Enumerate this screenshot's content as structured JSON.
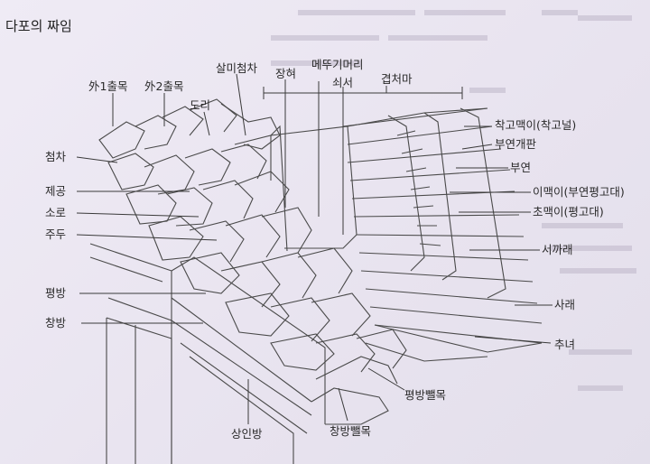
{
  "title": "다포의 짜임",
  "labels": {
    "oe1_chulmok": "外1출목",
    "oe2_chulmok": "外2출목",
    "dori": "도리",
    "salmi_cheomcha": "살미첨차",
    "janghyeo": "장혀",
    "medugi_meori": "메뚜기머리",
    "soeseo": "쇠서",
    "gyeopcheoma": "겹처마",
    "cheomcha": "첨차",
    "jegong": "제공",
    "soro": "소로",
    "judu": "주두",
    "pyeongbang": "평방",
    "changbang": "창방",
    "sanginbang": "상인방",
    "changbang_ppaelmok": "창방뺄목",
    "pyeongbang_ppaelmok": "평방뺄목",
    "chuknyeo": "추녀",
    "sarae": "사래",
    "seokkarae": "서까래",
    "chomaegi": "초맥이(평고대)",
    "imaegi": "이맥이(부연평고대)",
    "buyeon": "부연",
    "buyeon_gaepan": "부연개판",
    "chakgo_maegi": "착고맥이(착고널)"
  }
}
